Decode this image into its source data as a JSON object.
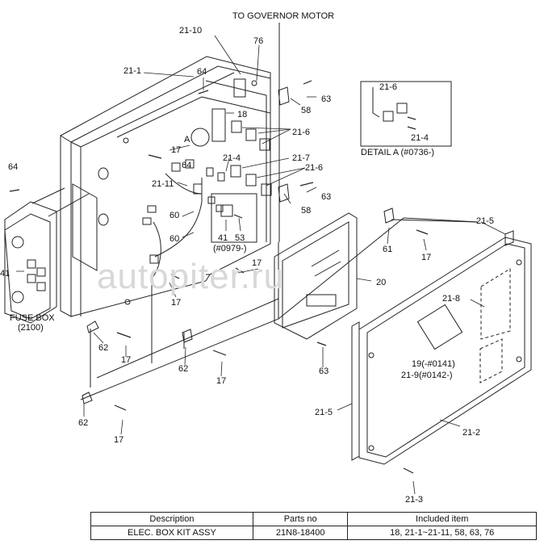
{
  "header": {
    "governor_label": "TO GOVERNOR MOTOR"
  },
  "callouts": {
    "c21_10": "21-10",
    "c76": "76",
    "c21_1": "21-1",
    "c64a": "64",
    "c58a": "58",
    "c63a": "63",
    "c18": "18",
    "c21_6a": "21-6",
    "cA": "A",
    "c17a": "17",
    "c21_4a": "21-4",
    "c21_7": "21-7",
    "c21_6b": "21-6",
    "c64b": "64",
    "c21_11": "21-11",
    "c63b": "63",
    "c58b": "58",
    "c60a": "60",
    "c60b": "60",
    "c41a": "41",
    "c53": "53",
    "c0979": "(#0979-)",
    "c64c": "64",
    "c41b": "41",
    "c17b": "17",
    "c17c": "17",
    "c62a": "62",
    "c17d": "17",
    "c62b": "62",
    "c17e": "17",
    "c62c": "62",
    "c17f": "17",
    "c63c": "63",
    "c20": "20",
    "c61": "61",
    "c17g": "17",
    "c21_5a": "21-5",
    "c21_8": "21-8",
    "c19": "19(-#0141)",
    "c21_9": "21-9(#0142-)",
    "c21_5b": "21-5",
    "c21_2": "21-2",
    "c21_3": "21-3",
    "d21_6": "21-6",
    "d21_4": "21-4"
  },
  "detail": {
    "title": "DETAIL  A (#0736-)"
  },
  "fusebox": {
    "line1": "FUSE BOX",
    "line2": "(2100)"
  },
  "watermark": "autopiter.ru",
  "table": {
    "headers": [
      "Description",
      "Parts no",
      "Included item"
    ],
    "rows": [
      [
        "ELEC. BOX KIT ASSY",
        "21N8-18400",
        "18, 21-1~21-11, 58, 63, 76"
      ]
    ]
  }
}
